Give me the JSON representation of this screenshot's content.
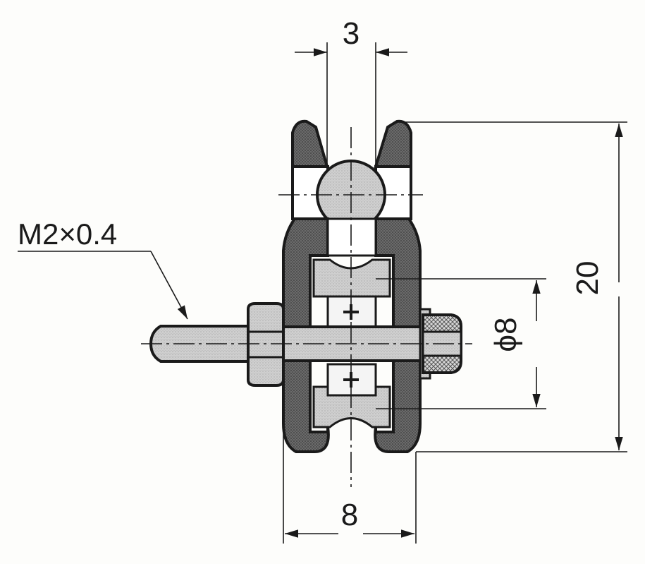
{
  "labels": {
    "thread": "M2×0.4",
    "top_width": "3",
    "height": "20",
    "bore_diameter": "ϕ8",
    "body_width": "8"
  },
  "colors": {
    "ink": "#1a1a1a",
    "paper": "#fdfdfb",
    "dark_fill": "#5a5a5a",
    "light_fill": "#c8c8c8",
    "mid_fill": "#8e8e8e"
  },
  "icons": {
    "bearing_marker": "plus-icon"
  }
}
